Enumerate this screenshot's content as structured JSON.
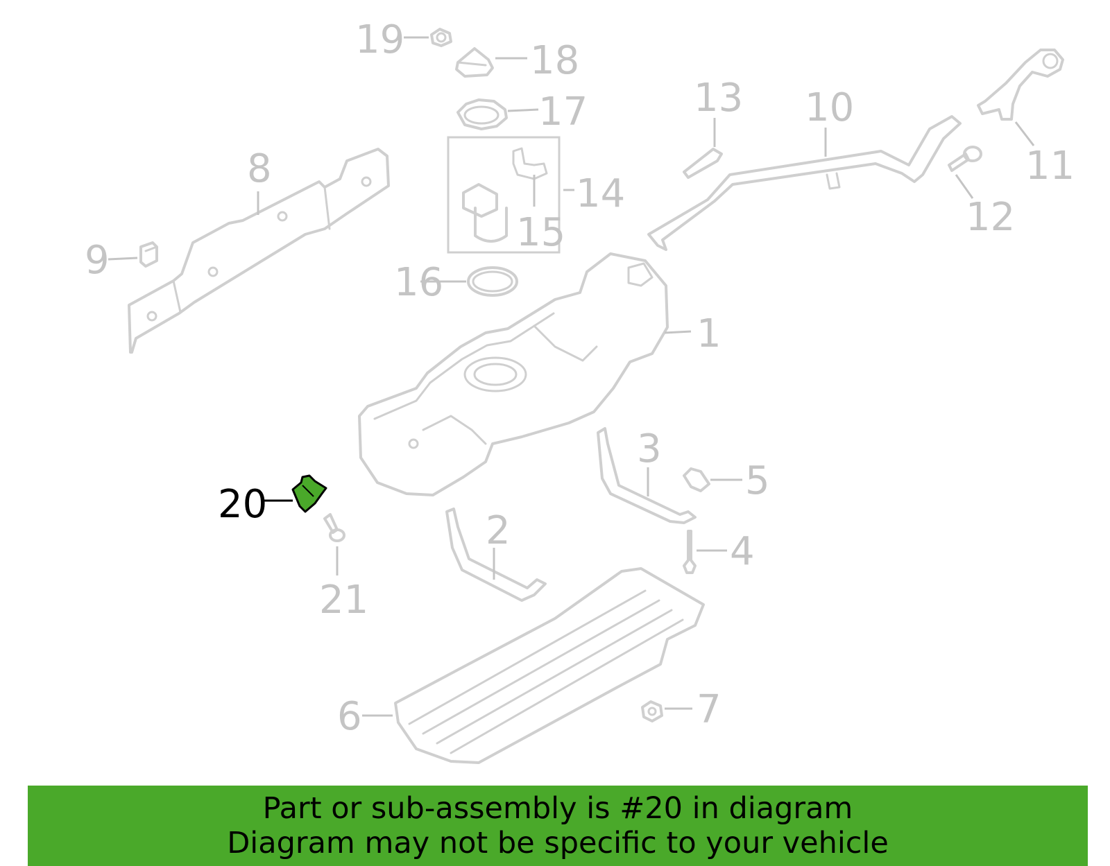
{
  "colors": {
    "part_outline": "#cfcfcf",
    "callout_text": "#c4c4c4",
    "highlight_fill": "#4aa92a",
    "highlight_text": "#000000",
    "banner_bg": "#4aa92a"
  },
  "callouts": {
    "c1": "1",
    "c2": "2",
    "c3": "3",
    "c4": "4",
    "c5": "5",
    "c6": "6",
    "c7": "7",
    "c8": "8",
    "c9": "9",
    "c10": "10",
    "c11": "11",
    "c12": "12",
    "c13": "13",
    "c14": "14",
    "c15": "15",
    "c16": "16",
    "c17": "17",
    "c18": "18",
    "c19": "19",
    "c20": "20",
    "c21": "21"
  },
  "highlighted_part": "20",
  "banner": {
    "line1": "Part or sub-assembly is #20 in diagram",
    "line2": "Diagram may not be specific to your vehicle"
  }
}
